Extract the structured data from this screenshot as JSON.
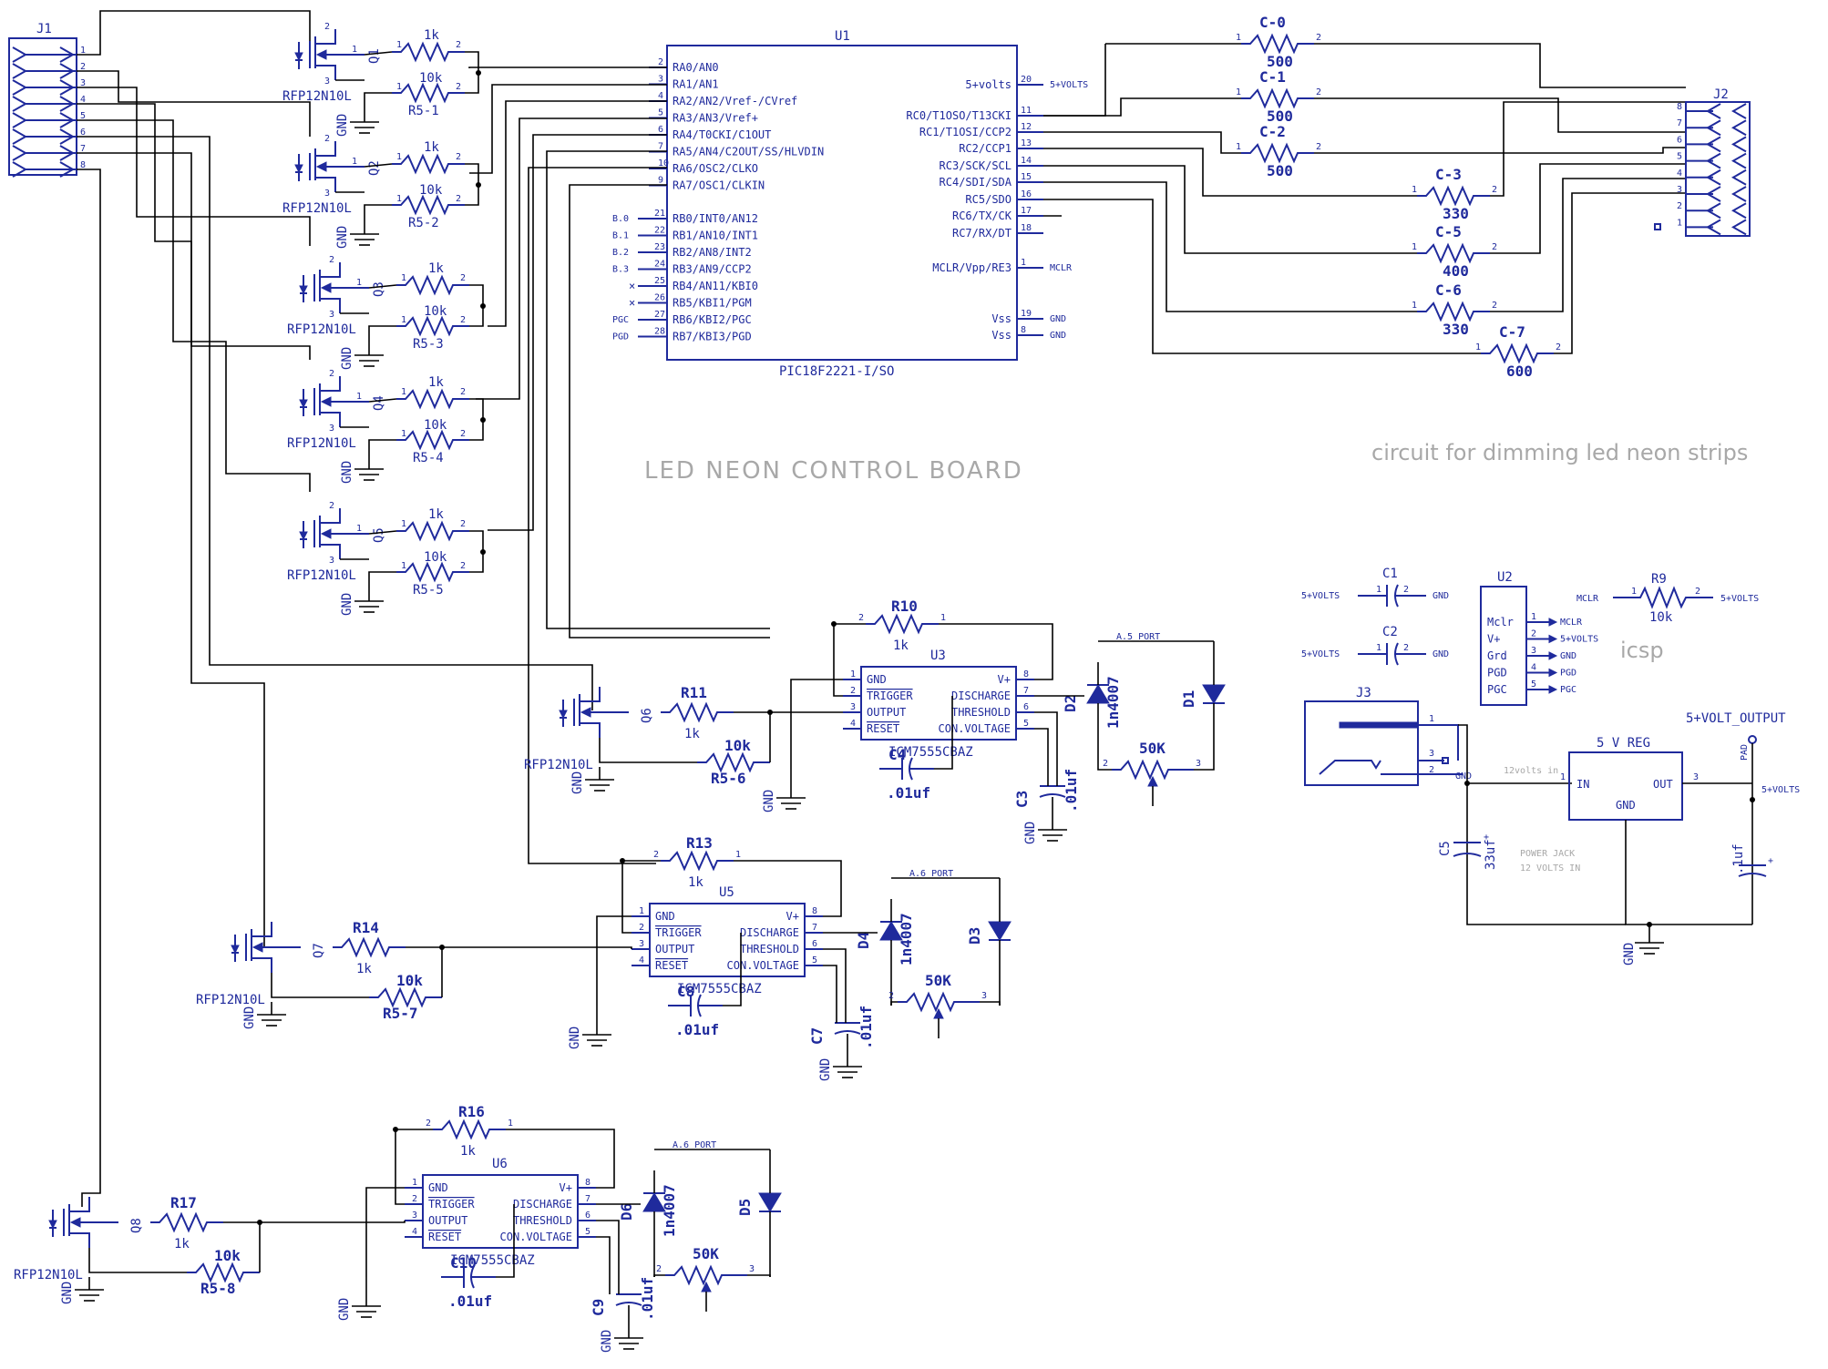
{
  "titles": {
    "board": "LED NEON CONTROL BOARD",
    "circuit": "circuit for dimming led neon strips",
    "icsp": "icsp",
    "power_jack": [
      "POWER JACK",
      "12 VOLTS IN"
    ],
    "twelve_volts_in": "12volts in"
  },
  "j1": {
    "ref": "J1",
    "pins": [
      "1",
      "2",
      "3",
      "4",
      "5",
      "6",
      "7",
      "8"
    ]
  },
  "j2": {
    "ref": "J2",
    "pins": [
      "8",
      "7",
      "6",
      "5",
      "4",
      "3",
      "2",
      "1"
    ]
  },
  "u1": {
    "ref": "U1",
    "part": "PIC18F2221-I/SO",
    "left_pins": [
      {
        "n": "2",
        "name": "RA0/AN0"
      },
      {
        "n": "3",
        "name": "RA1/AN1"
      },
      {
        "n": "4",
        "name": "RA2/AN2/Vref-/CVref"
      },
      {
        "n": "5",
        "name": "RA3/AN3/Vref+"
      },
      {
        "n": "6",
        "name": "RA4/T0CKI/C1OUT"
      },
      {
        "n": "7",
        "name": "RA5/AN4/C2OUT/SS/HLVDIN"
      },
      {
        "n": "10",
        "name": "RA6/OSC2/CLKO"
      },
      {
        "n": "9",
        "name": "RA7/OSC1/CLKIN"
      }
    ],
    "left_pins_b": [
      {
        "n": "21",
        "name": "RB0/INT0/AN12",
        "net": "B.0"
      },
      {
        "n": "22",
        "name": "RB1/AN10/INT1",
        "net": "B.1"
      },
      {
        "n": "23",
        "name": "RB2/AN8/INT2",
        "net": "B.2"
      },
      {
        "n": "24",
        "name": "RB3/AN9/CCP2",
        "net": "B.3"
      },
      {
        "n": "25",
        "name": "RB4/AN11/KBI0",
        "net": ""
      },
      {
        "n": "26",
        "name": "RB5/KBI1/PGM",
        "net": ""
      },
      {
        "n": "27",
        "name": "RB6/KBI2/PGC",
        "net": "PGC"
      },
      {
        "n": "28",
        "name": "RB7/KBI3/PGD",
        "net": "PGD"
      }
    ],
    "right_pins": [
      {
        "n": "20",
        "name": "5+volts",
        "net": "5+VOLTS"
      },
      {
        "n": "11",
        "name": "RC0/T1OSO/T13CKI",
        "net": ""
      },
      {
        "n": "12",
        "name": "RC1/T1OSI/CCP2",
        "net": ""
      },
      {
        "n": "13",
        "name": "RC2/CCP1",
        "net": ""
      },
      {
        "n": "14",
        "name": "RC3/SCK/SCL",
        "net": ""
      },
      {
        "n": "15",
        "name": "RC4/SDI/SDA",
        "net": ""
      },
      {
        "n": "16",
        "name": "RC5/SDO",
        "net": ""
      },
      {
        "n": "17",
        "name": "RC6/TX/CK",
        "net": ""
      },
      {
        "n": "18",
        "name": "RC7/RX/DT",
        "net": ""
      },
      {
        "n": "1",
        "name": "MCLR/Vpp/RE3",
        "net": "MCLR"
      },
      {
        "n": "19",
        "name": "Vss",
        "net": "GND"
      },
      {
        "n": "8",
        "name": "Vss",
        "net": "GND"
      }
    ]
  },
  "mosfets": [
    {
      "ref": "Q1",
      "part": "RFP12N10L",
      "gnd": "GND",
      "r1": "1k",
      "r2": "10k",
      "r2ref": "R5-1"
    },
    {
      "ref": "Q2",
      "part": "RFP12N10L",
      "gnd": "GND",
      "r1": "1k",
      "r2": "10k",
      "r2ref": "R5-2"
    },
    {
      "ref": "Q3",
      "part": "RFP12N10L",
      "gnd": "GND",
      "r1": "1k",
      "r2": "10k",
      "r2ref": "R5-3"
    },
    {
      "ref": "Q4",
      "part": "RFP12N10L",
      "gnd": "GND",
      "r1": "1k",
      "r2": "10k",
      "r2ref": "R5-4"
    },
    {
      "ref": "Q5",
      "part": "RFP12N10L",
      "gnd": "GND",
      "r1": "1k",
      "r2": "10k",
      "r2ref": "R5-5"
    }
  ],
  "caps_right": [
    {
      "ref": "C-0",
      "value": "500"
    },
    {
      "ref": "C-1",
      "value": "500"
    },
    {
      "ref": "C-2",
      "value": "500"
    },
    {
      "ref": "C-3",
      "value": "330"
    },
    {
      "ref": "C-5",
      "value": "400"
    },
    {
      "ref": "C-6",
      "value": "330"
    },
    {
      "ref": "C-7",
      "value": "600"
    }
  ],
  "timers": [
    {
      "ref": "U3",
      "part": "ICM7555CBAZ",
      "rtop": "R10",
      "rtop_val": "1k",
      "rq": "R11",
      "rq_val": "1k",
      "rpd": "R5-6",
      "rpd_val": "10k",
      "q": "Q6",
      "qpart": "RFP12N10L",
      "ct": "C4",
      "ct_val": ".01uf",
      "cc": "C3",
      "cc_val": ".01uf",
      "da": "D2",
      "da_part": "1n4007",
      "db": "D1",
      "pot": "50K",
      "port": "A.5 PORT"
    },
    {
      "ref": "U5",
      "part": "ICM7555CBAZ",
      "rtop": "R13",
      "rtop_val": "1k",
      "rq": "R14",
      "rq_val": "1k",
      "rpd": "R5-7",
      "rpd_val": "10k",
      "q": "Q7",
      "qpart": "RFP12N10L",
      "ct": "C8",
      "ct_val": ".01uf",
      "cc": "C7",
      "cc_val": ".01uf",
      "da": "D4",
      "da_part": "1n4007",
      "db": "D3",
      "pot": "50K",
      "port": "A.6 PORT"
    },
    {
      "ref": "U6",
      "part": "ICM7555CBAZ",
      "rtop": "R16",
      "rtop_val": "1k",
      "rq": "R17",
      "rq_val": "1k",
      "rpd": "R5-8",
      "rpd_val": "10k",
      "q": "Q8",
      "qpart": "RFP12N10L",
      "ct": "C10",
      "ct_val": ".01uf",
      "cc": "C9",
      "cc_val": ".01uf",
      "da": "D6",
      "da_part": "1n4007",
      "db": "D5",
      "pot": "50K",
      "port": "A.6 PORT"
    }
  ],
  "timer_pins": {
    "left": [
      {
        "n": "1",
        "name": "GND"
      },
      {
        "n": "2",
        "name": "TRIGGER"
      },
      {
        "n": "3",
        "name": "OUTPUT"
      },
      {
        "n": "4",
        "name": "RESET"
      }
    ],
    "right": [
      {
        "n": "8",
        "name": "V+"
      },
      {
        "n": "7",
        "name": "DISCHARGE"
      },
      {
        "n": "6",
        "name": "THRESHOLD"
      },
      {
        "n": "5",
        "name": "CON.VOLTAGE"
      }
    ]
  },
  "power": {
    "c1": {
      "ref": "C1",
      "left": "5+VOLTS",
      "right": "GND"
    },
    "c2": {
      "ref": "C2",
      "left": "5+VOLTS",
      "right": "GND"
    },
    "r9": {
      "ref": "R9",
      "value": "10k",
      "left": "MCLR",
      "right": "5+VOLTS"
    },
    "u2": {
      "ref": "U2",
      "pins": [
        {
          "name": "Mclr",
          "n": "1",
          "net": "MCLR"
        },
        {
          "name": "V+",
          "n": "2",
          "net": "5+VOLTS"
        },
        {
          "name": "Grd",
          "n": "3",
          "net": "GND"
        },
        {
          "name": "PGD",
          "n": "4",
          "net": "PGD"
        },
        {
          "name": "PGC",
          "n": "5",
          "net": "PGC"
        }
      ]
    },
    "j3": {
      "ref": "J3",
      "pins": [
        "1",
        "2",
        "3"
      ],
      "net": "GND"
    },
    "reg": {
      "ref": "5 V REG",
      "in": "IN",
      "out": "OUT",
      "gnd": "GND",
      "pin_in": "1",
      "pin_out": "3"
    },
    "c5": {
      "ref": "C5",
      "value": "33uf"
    },
    "cout": {
      "value": ".1uf"
    },
    "output": {
      "label": "5+VOLT_OUTPUT",
      "pad": "PAD",
      "net": "5+VOLTS"
    },
    "gnd": "GND"
  }
}
